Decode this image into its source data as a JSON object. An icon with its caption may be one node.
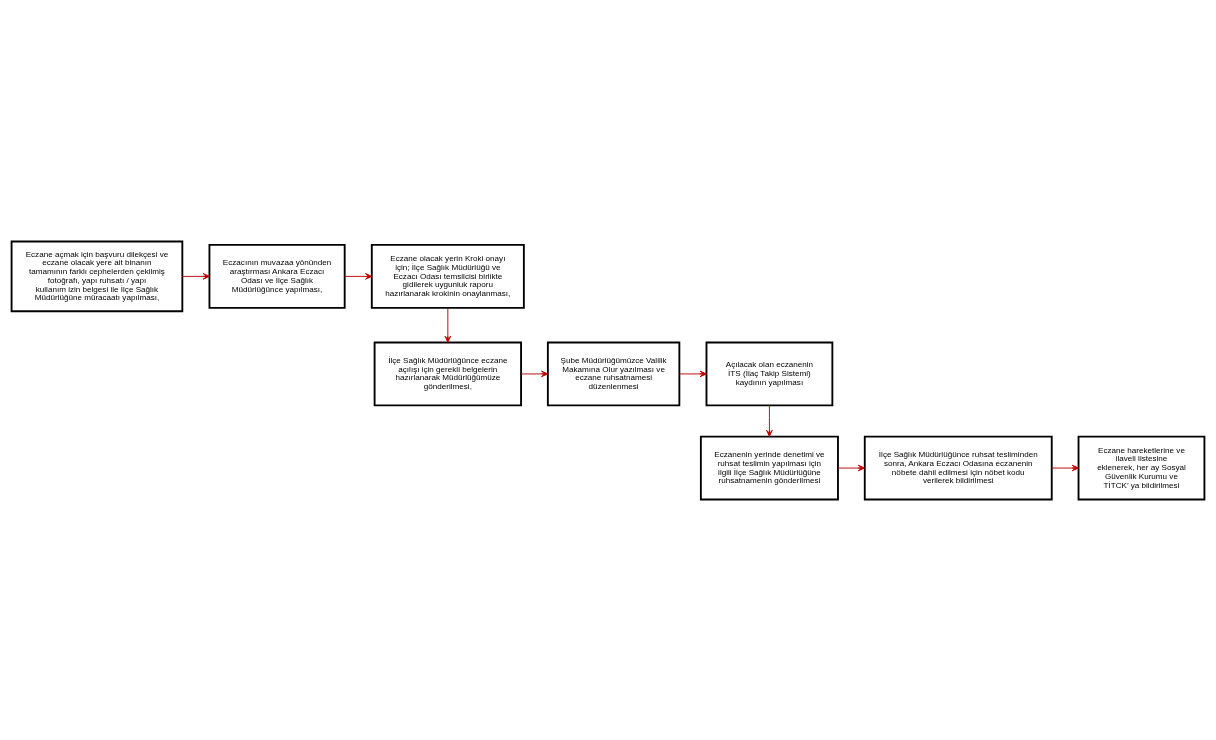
{
  "diagram": {
    "nodes": [
      {
        "text": [
          "Eczane açmak için başvuru dilekçesi ve eczane olacak yere ait binanın tamamının farklı cephelerden çekilmiş fotoğrafı, yapı ruhsatı / yapı kullanım izin belgesi ile İlçe Sağlık Müdürlüğüne müracaatı yapılması,"
        ]
      },
      {
        "text": [
          "Eczacının muvazaa yönünden araştırması Ankara Eczacı Odası ve İlçe Sağlık Müdürlüğünce yapılması,"
        ]
      },
      {
        "text": [
          "Eczane olacak yerin Kroki onayı için; İlçe Sağlık Müdürlüğü ve Eczacı Odası temsilcisi birlikte gidilerek uygunluk raporu hazırlanarak krokinin onaylanması,"
        ]
      },
      {
        "text": [
          "İlçe Sağlık Müdürlüğünce eczane açılışı için gerekli belgelerin hazırlanarak Müdürlüğümüze gönderilmesi,"
        ]
      },
      {
        "text": [
          "Şube Müdürlüğümüzce Valilik Makamına Olur yazılması ve eczane ruhsatnamesi düzenlenmesi"
        ]
      },
      {
        "text": [
          "Açılacak olan eczanenin İTS (İlaç Takip Sistemi) kaydının yapılması"
        ]
      },
      {
        "text": [
          "Eczanenin yerinde denetimi ve ruhsat teslimin yapılması için ilgili İlçe Sağlık Müdürlüğüne ruhsatnamenin gönderilmesi"
        ]
      },
      {
        "text": [
          "İlçe Sağlık Müdürlüğünce ruhsat tesliminden sonra, Ankara Eczacı Odasına eczanenin nöbete dahil edilmesi için nöbet kodu verilerek bildirilmesi"
        ]
      },
      {
        "text": [
          "Eczane hareketlerine ve ilaveli listesine eklenerek, her ay Sosyal Güvenlik Kurumu ve TİTCK’ ya bildirilmesi"
        ]
      }
    ],
    "edges": [
      {
        "from": 0,
        "to": 1,
        "arrow": "to"
      },
      {
        "from": 1,
        "to": 2,
        "arrow": "to"
      },
      {
        "from": 2,
        "to": 3,
        "arrow": "to"
      },
      {
        "from": 3,
        "to": 4,
        "arrow": "to"
      },
      {
        "from": 4,
        "to": 5,
        "arrow": "to"
      },
      {
        "from": 5,
        "to": 6,
        "arrow": "to"
      },
      {
        "from": 6,
        "to": 7,
        "arrow": "to"
      },
      {
        "from": 7,
        "to": 8,
        "arrow": "to"
      }
    ]
  }
}
